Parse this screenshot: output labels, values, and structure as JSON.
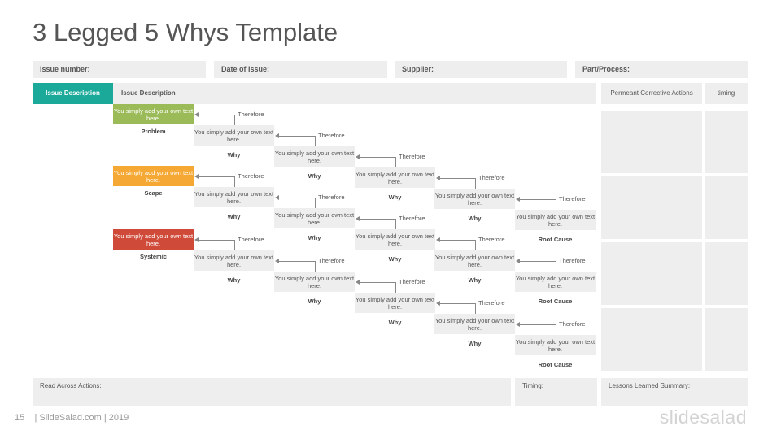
{
  "title": "3 Legged 5 Whys Template",
  "header": {
    "issue_number": "Issue number:",
    "date_of_issue": "Date of issue:",
    "supplier": "Supplier:",
    "part_process": "Part/Process:"
  },
  "bar": {
    "issue_description_tab": "Issue Description",
    "issue_description": "Issue Description",
    "corrective_actions": "Permeant Corrective Actions",
    "timing": "timing"
  },
  "box_text": "You simply add your own text here.",
  "arrow_label": "Therefore",
  "legs": [
    {
      "start_label": "Problem",
      "color": "#9bbb59"
    },
    {
      "start_label": "Scape",
      "color": "#f5a834"
    },
    {
      "start_label": "Systemic",
      "color": "#cf4a39"
    }
  ],
  "why_label": "Why",
  "root_label": "Root Cause",
  "bottom": {
    "read_across": "Read Across Actions:",
    "timing": "Timing:",
    "lessons": "Lessons Learned Summary:"
  },
  "footer": {
    "page_number": "15",
    "text": "| SlideSalad.com | 2019",
    "logo": "slidesalad"
  }
}
